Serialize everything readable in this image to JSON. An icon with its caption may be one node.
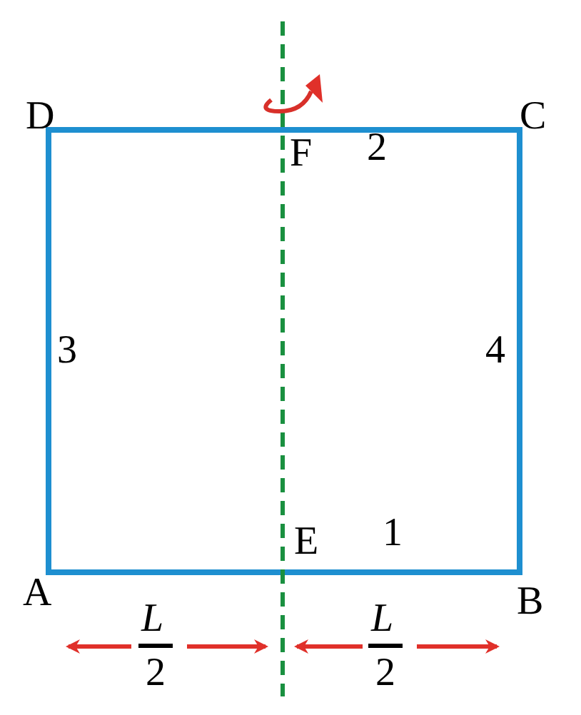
{
  "diagram": {
    "labels": [
      "D",
      "C",
      "F",
      "2",
      "3",
      "4",
      "E",
      "1",
      "A",
      "B",
      "L",
      "2",
      "L",
      "2"
    ]
  }
}
